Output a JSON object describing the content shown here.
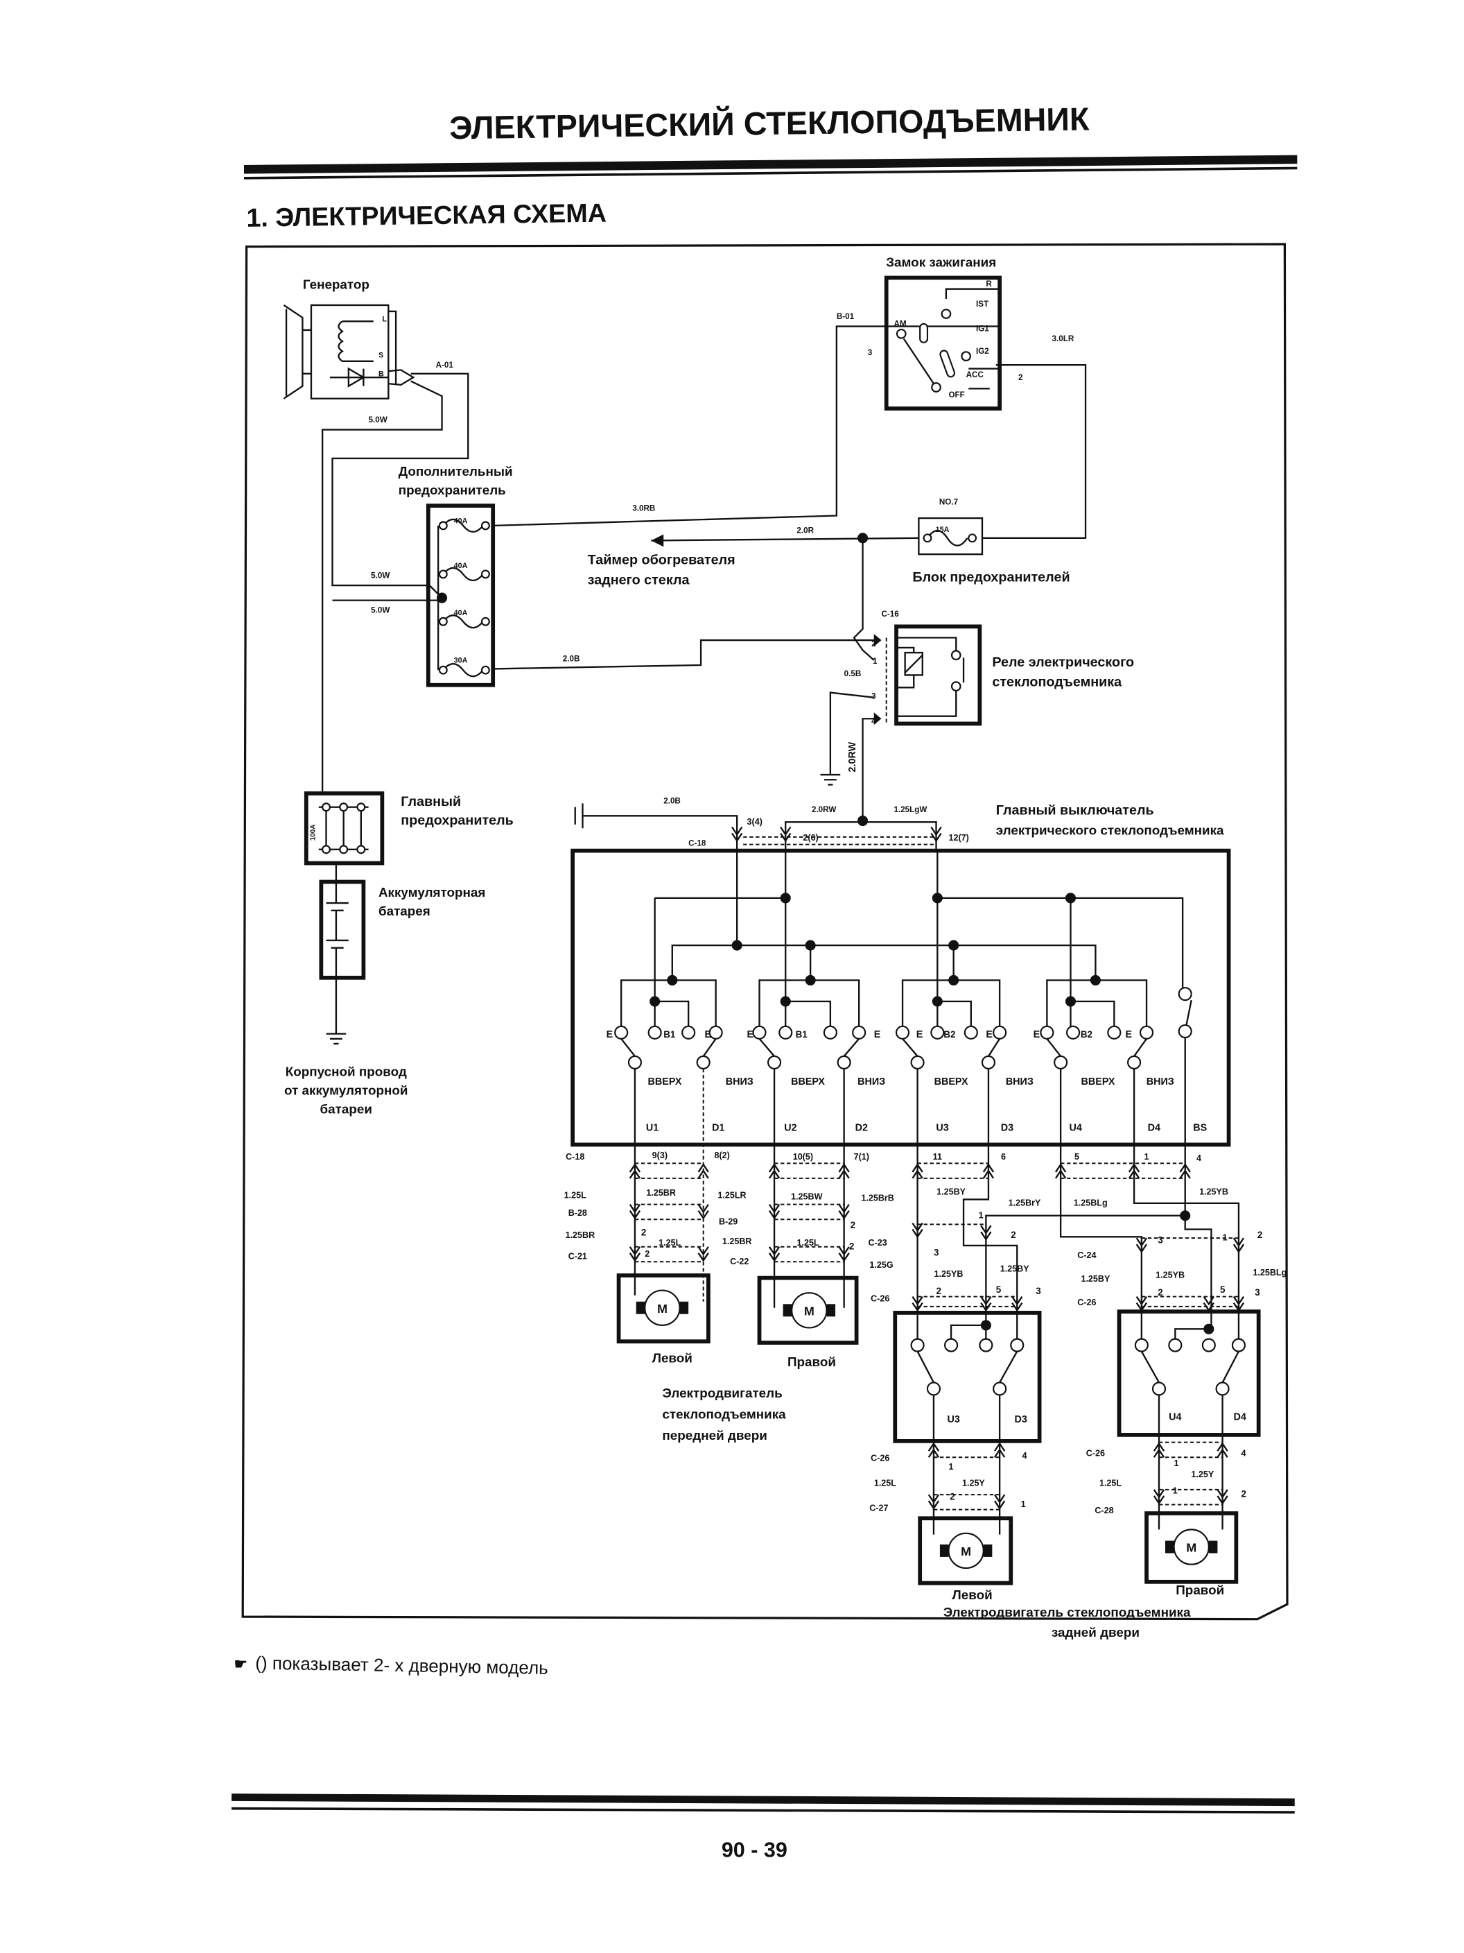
{
  "header": {
    "title": "ЭЛЕКТРИЧЕСКИЙ СТЕКЛОПОДЪЕМНИК",
    "section": "1. ЭЛЕКТРИЧЕСКАЯ СХЕМА"
  },
  "components": {
    "generator": "Генератор",
    "ignition_switch": "Замок зажигания",
    "aux_fuse": [
      "Дополнительный",
      "предохранитель"
    ],
    "defogger_timer": [
      "Таймер обогревателя",
      "заднего стекла"
    ],
    "fuse_block": "Блок предохранителей",
    "relay": [
      "Реле электрического",
      "стеклоподъемника"
    ],
    "main_fuse": [
      "Главный",
      "предохранитель"
    ],
    "battery": [
      "Аккумуляторная",
      "батарея"
    ],
    "ground": [
      "Корпусной провод",
      "от аккумуляторной",
      "батареи"
    ],
    "main_switch": [
      "Главный выключатель",
      "электрического стеклоподъемника"
    ],
    "front_left": "Левой",
    "front_right": "Правой",
    "front_motor": [
      "Электродвигатель",
      "стеклоподъемника",
      "передней двери"
    ],
    "rear_left": "Левой",
    "rear_right": "Правой",
    "rear_motor": [
      "Электродвигатель стеклоподъемника",
      "задней двери"
    ],
    "motor_symbol": "M"
  },
  "labels": [
    "L",
    "S",
    "B",
    "A-01",
    "5.0W",
    "40A",
    "40A",
    "40A",
    "30A",
    "5.0W",
    "5.0W",
    "3.0RB",
    "2.0R",
    "2.0B",
    "NO.7",
    "15A",
    "B-01",
    "3",
    "R",
    "IST",
    "IG1",
    "IG2",
    "ACC",
    "OFF",
    "AM",
    "3.0LR",
    "2",
    "C-16",
    "2",
    "1",
    "0.5B",
    "3",
    "4",
    "2.0B",
    "3(4)",
    "2.0RW",
    "1.25LgW",
    "2(6)",
    "12(7)",
    "C-18",
    "100A",
    "E",
    "B1",
    "E",
    "E",
    "B1",
    "E",
    "E",
    "B2",
    "E",
    "E",
    "B2",
    "E",
    "ВВЕРХ",
    "ВНИЗ",
    "ВВЕРХ",
    "ВНИЗ",
    "ВВЕРХ",
    "ВНИЗ",
    "ВВЕРХ",
    "ВНИЗ",
    "U1",
    "D1",
    "U2",
    "D2",
    "U3",
    "D3",
    "U4",
    "D4",
    "BS",
    "C-18",
    "9(3)",
    "8(2)",
    "10(5)",
    "7(1)",
    "11",
    "6",
    "5",
    "1",
    "4",
    "1.25L",
    "1.25BR",
    "1.25LR",
    "1.25BW",
    "1.25BrB",
    "1.25BY",
    "1.25BrY",
    "1.25BLg",
    "1.25YB",
    "B-28",
    "1.25BR",
    "C-21",
    "2",
    "1.25L",
    "2",
    "B-29",
    "1.25BR",
    "C-22",
    "2",
    "1.25L",
    "2",
    "C-23",
    "1.25G",
    "C-26",
    "1",
    "2",
    "3",
    "1.25YB",
    "1.25BY",
    "2",
    "5",
    "3",
    "C-24",
    "1.25BY",
    "C-26",
    "3",
    "1",
    "2",
    "1.25YB",
    "1.25BLg",
    "2",
    "5",
    "3",
    "U3",
    "D3",
    "U4",
    "D4",
    "C-26",
    "4",
    "1",
    "1.25L",
    "1.25Y",
    "2",
    "C-27",
    "1",
    "C-26",
    "4",
    "1",
    "1.25Y",
    "1.25L",
    "1",
    "2",
    "C-28"
  ],
  "relay_wire_label": "2.0RW",
  "footnote": {
    "icon": "pointing-hand-icon",
    "text": "() показывает 2- х дверную модель"
  },
  "page_number": "90 - 39"
}
